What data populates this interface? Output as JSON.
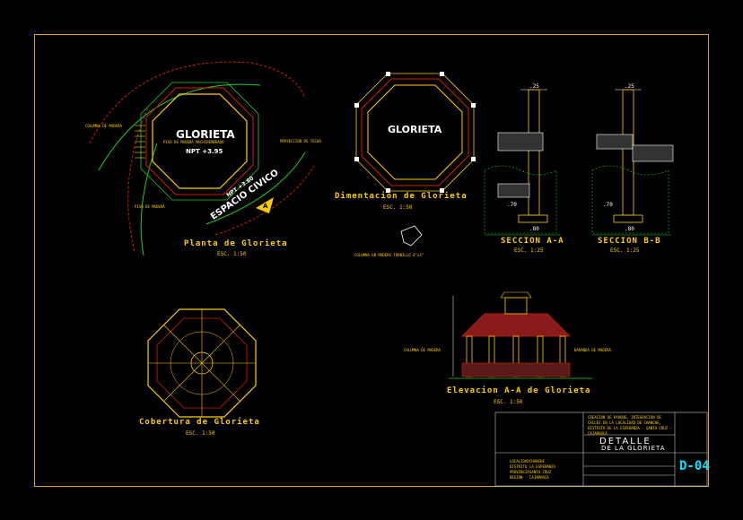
{
  "drawing": {
    "plan_title": "Planta de Glorieta",
    "plan_scale": "ESC. 1:50",
    "plan_label": "GLORIETA",
    "plan_npt": "NPT +3.95",
    "plan_npt2": "NPT +3.80",
    "plan_espacio": "ESPACIO CIVICO",
    "plan_note_left": "COLUMNA DE MADERA",
    "plan_note_right": "PROYECCION DE TECHO",
    "plan_note_bottom": "PISO DE MADERA",
    "plan_note_top": "PISO DE MADERA MACHIHEMBRADO",
    "plan_arrow": "A",
    "dim_title": "Dimentacion de Glorieta",
    "dim_scale": "ESC. 1:50",
    "dim_label": "GLORIETA",
    "dim_note": "COLUMNA EN MADERA TORNILLO 4\"x3\"",
    "secA_title": "SECCION A-A",
    "secA_scale": "ESC. 1:25",
    "secB_title": "SECCION B-B",
    "secB_scale": "ESC. 1:25",
    "sec_dim_25": ".25",
    "sec_dim_80": ".80",
    "sec_dim_70": ".70",
    "cover_title": "Cobertura de Glorieta",
    "cover_scale": "ESC. 1:50",
    "elev_title": "Elevacion A-A de Glorieta",
    "elev_scale": "ESC. 1:50",
    "elev_note_left": "COLUMNA DE MADERA",
    "elev_note_right": "BARANDA DE MADERA"
  },
  "title_block": {
    "project": "CREACION DE PARQUE, INTEGRACION DE CALLES EN LA LOCALIDAD DE CHANCHE, DISTRITO DE LA ESPERANZA - SANTA CRUZ - CAJAMARCA",
    "sheet_name_1": "DETALLE",
    "sheet_name_2": "DE LA GLORIETA",
    "rows": [
      {
        "k": "LOCALIDAD",
        "v": "CHANCHE"
      },
      {
        "k": "DISTRITO",
        "v": "LA ESPERANZA"
      },
      {
        "k": "PROVINCIA",
        "v": "SANTA CRUZ"
      },
      {
        "k": "REGION",
        "v": "CAJAMARCA"
      }
    ],
    "sheet_code": "D-04"
  },
  "colors": {
    "frame": "#e0a020",
    "red": "#cc2200",
    "green": "#22cc22",
    "yellow": "#ffcc00",
    "white": "#ffffff",
    "cyan": "#00e5ff"
  }
}
